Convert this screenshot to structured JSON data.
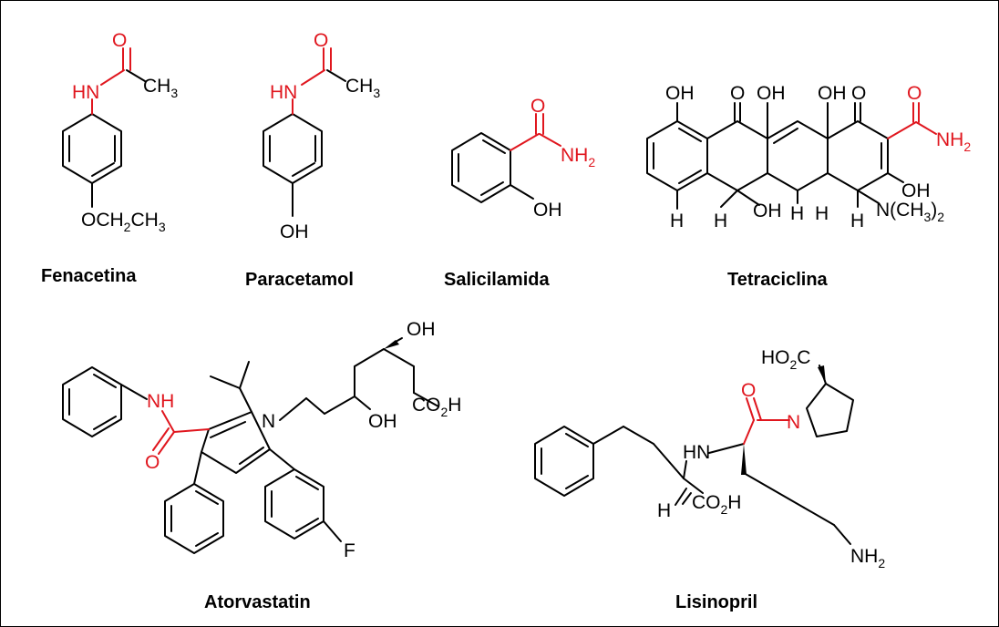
{
  "colors": {
    "amide": "#e0161e",
    "bond": "#000000",
    "background": "#ffffff"
  },
  "molecules": [
    {
      "name": "Fenacetina",
      "labels": {
        "o": "O",
        "hn": "HN",
        "ch3": "CH",
        "ch3_sub": "3",
        "och2ch3_a": "OCH",
        "och2ch3_b": "2",
        "och2ch3_c": "CH",
        "och2ch3_d": "3"
      }
    },
    {
      "name": "Paracetamol",
      "labels": {
        "o": "O",
        "hn": "HN",
        "ch3": "CH",
        "ch3_sub": "3",
        "oh": "OH"
      }
    },
    {
      "name": "Salicilamida",
      "labels": {
        "o": "O",
        "nh2": "NH",
        "nh2_sub": "2",
        "oh": "OH"
      }
    },
    {
      "name": "Tetraciclina",
      "labels": {
        "oh1": "OH",
        "o1": "O",
        "oh2": "OH",
        "oh3": "OH",
        "o2": "O",
        "o3": "O",
        "nh2": "NH",
        "nh2_sub": "2",
        "oh4": "OH",
        "oh5": "OH",
        "h": "H",
        "nme2": "N(CH",
        "nme2_sub1": "3",
        "nme2_close": ")",
        "nme2_sub2": "2"
      }
    },
    {
      "name": "Atorvastatin",
      "labels": {
        "oh1": "OH",
        "nh": "NH",
        "o": "O",
        "n": "N",
        "oh2": "OH",
        "co2h": "CO",
        "co2h_sub": "2",
        "co2h_end": "H",
        "f": "F"
      }
    },
    {
      "name": "Lisinopril",
      "labels": {
        "ho2c": "HO",
        "ho2c_sub": "2",
        "ho2c_end": "C",
        "o": "O",
        "n": "N",
        "hn": "HN",
        "h": "H",
        "co2h": "CO",
        "co2h_sub": "2",
        "co2h_end": "H",
        "nh2": "NH",
        "nh2_sub": "2"
      }
    }
  ]
}
